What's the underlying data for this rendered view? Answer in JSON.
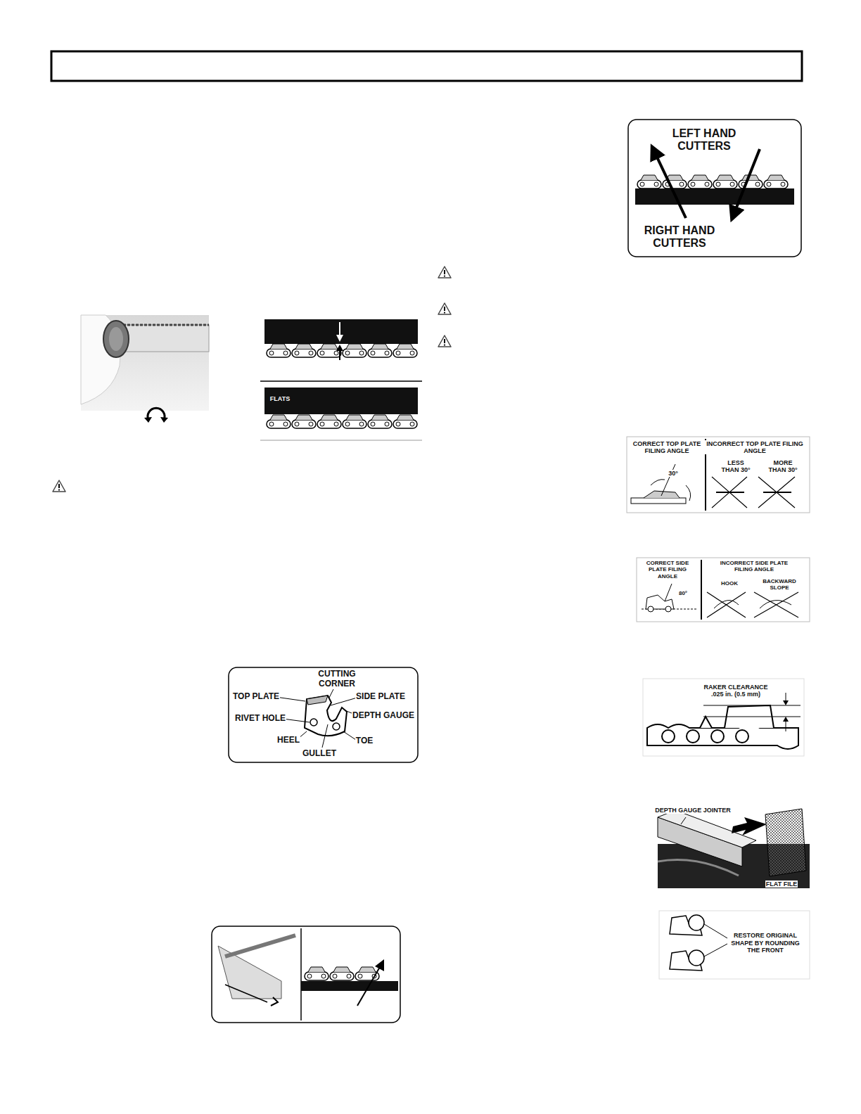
{
  "diagram": {
    "labels": [
      "FLATS",
      "LEFT HAND CUTTERS",
      "RIGHT HAND CUTTERS",
      "CORRECT TOP PLATE FILING ANGLE",
      "INCORRECT TOP PLATE FILING ANGLE",
      "LESS THAN 30°",
      "MORE THAN 30°",
      "30°",
      "CORRECT SIDE PLATE FILING ANGLE",
      "INCORRECT SIDE PLATE FILING ANGLE",
      "HOOK",
      "BACKWARD SLOPE",
      "80°",
      "CUTTING CORNER",
      "TOP PLATE",
      "SIDE PLATE",
      "RIVET HOLE",
      "DEPTH GAUGE",
      "HEEL",
      "TOE",
      "GULLET",
      "RAKER CLEARANCE .025 in. (0.5 mm)",
      "DEPTH GAUGE JOINTER",
      "FLAT FILE",
      "RESTORE ORIGINAL SHAPE BY ROUNDING THE FRONT"
    ]
  }
}
